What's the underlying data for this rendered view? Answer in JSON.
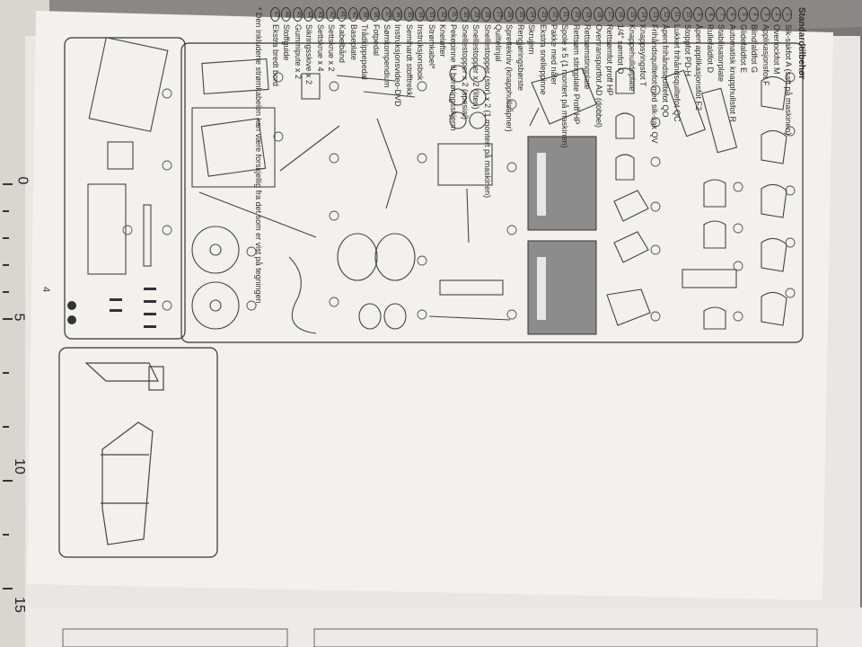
{
  "page": {
    "page_number": "4",
    "ruler_numbers": [
      "0",
      "5",
      "10",
      "15"
    ]
  },
  "standard_accessories": {
    "heading": "Standardtilbehør",
    "items": [
      {
        "num": "1",
        "text": "Sik-sakfot A (satt på maskinen)"
      },
      {
        "num": "2",
        "text": "Overlockfot M"
      },
      {
        "num": "3",
        "text": "Applikasjonsfot F"
      },
      {
        "num": "4",
        "text": "Blindfaldfot G"
      },
      {
        "num": "5",
        "text": "Glidefaldfot E"
      },
      {
        "num": "6",
        "text": "Automatisk knapphullsfot R"
      },
      {
        "num": "7",
        "text": "Stabilisatorplate"
      },
      {
        "num": "8",
        "text": "Rullefaldfot D"
      },
      {
        "num": "9",
        "text": "Åpen applikasjonsfot F2"
      },
      {
        "num": "10",
        "text": "Stoppfot PD-H"
      },
      {
        "num": "11",
        "text": "Lukket frihåndsquiltefot QC"
      },
      {
        "num": "12",
        "text": "Åpen frihåndsquiltefot QO"
      },
      {
        "num": "13",
        "text": "Frihåndsquiltefot med sik-sak QV"
      },
      {
        "num": "14",
        "text": "Knappsyingsfot T"
      },
      {
        "num": "15",
        "text": "Knappehulldeplate"
      },
      {
        "num": "16",
        "text": "1/4\" sømfot O"
      },
      {
        "num": "17",
        "text": "Rettsømfot proff HP"
      },
      {
        "num": "18",
        "text": "Overtransportfot AD (dobbel)"
      },
      {
        "num": "19",
        "text": "Rettsømstingplate"
      },
      {
        "num": "20",
        "text": "Rettsøm stingplate Proff HP"
      },
      {
        "num": "21",
        "text": "Spole x 5 (1 montert på maskinen)"
      },
      {
        "num": "22",
        "text": "Pakke med nåler"
      },
      {
        "num": "23",
        "text": "Ekstra snelleppinne"
      },
      {
        "num": "24",
        "text": "Skrujern"
      },
      {
        "num": "25",
        "text": "Rengjøringsbørste"
      },
      {
        "num": "26",
        "text": "Sprettekniv (knapphullsåpner)"
      },
      {
        "num": "27",
        "text": "Quiltelinjal"
      },
      {
        "num": "28",
        "text": "Snellestopper (stor) x 2 (1 montert på maskinen)"
      },
      {
        "num": "29",
        "text": "Snellestopper x 2 (liten)"
      },
      {
        "num": "30",
        "text": "Snellestopper x 2 (spesial)"
      },
      {
        "num": "31",
        "text": "Pekepinne til berøringsskjerm"
      },
      {
        "num": "32",
        "text": "Kneløfter"
      },
      {
        "num": "33",
        "text": "Strømkabel*"
      },
      {
        "num": "34",
        "text": "Instruksjonsbok"
      },
      {
        "num": "35",
        "text": "Semihardt stofftrekk"
      },
      {
        "num": "36",
        "text": "Instruksjonsvideo-DVD"
      },
      {
        "num": "37",
        "text": "Sømkompendium"
      },
      {
        "num": "38",
        "text": "Fotpedal"
      },
      {
        "num": "39",
        "text": "Trådkippepedal"
      },
      {
        "num": "40",
        "text": "Baseplate"
      },
      {
        "num": "41",
        "text": "Kabelbånd"
      },
      {
        "num": "42",
        "text": "Settskrue x 2"
      },
      {
        "num": "43",
        "text": "Settskrue x 4"
      },
      {
        "num": "44",
        "text": "Sikringsskive x 2"
      },
      {
        "num": "45",
        "text": "Gummipute x 2"
      },
      {
        "num": "46",
        "text": "Stoffguide"
      },
      {
        "num": "47",
        "text": "Ekstra bredt bord"
      }
    ],
    "note": "* Den inkluderte strømkabelen kan være forskjellig fra det som er vist på tegningen."
  }
}
